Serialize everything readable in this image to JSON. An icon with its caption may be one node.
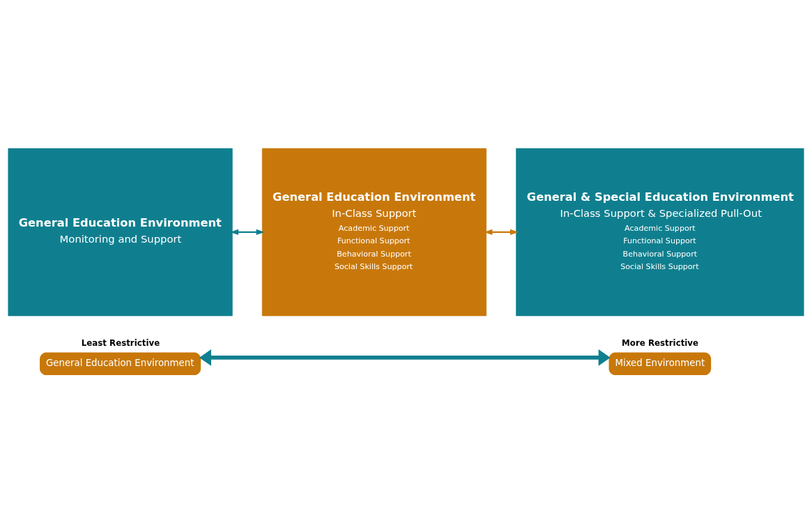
{
  "diagram": {
    "nodes": [
      {
        "text": [
          "General Education Environment",
          "Monitoring and Support"
        ]
      },
      {
        "text": [
          "General Education Environment",
          "In-Class Support",
          "Academic Support",
          "Functional Support",
          "Behavioral Support",
          "Social Skills Support"
        ]
      },
      {
        "text": [
          "General & Special Education Environment",
          "In-Class Support & Specialized Pull-Out",
          "Academic Support",
          "Functional Support",
          "Behavioral Support",
          "Social Skills Support"
        ]
      },
      {
        "text": [
          "General Education Environment"
        ],
        "beside": [
          "Least Restrictive"
        ]
      },
      {
        "text": [
          "Mixed Environment"
        ],
        "beside": [
          "More Restrictive"
        ]
      }
    ],
    "edges": [
      {
        "from": 0,
        "to": 1,
        "arrow": "both",
        "color": "#0f7f8f"
      },
      {
        "from": 1,
        "to": 2,
        "arrow": "both",
        "color": "#c8780a"
      },
      {
        "from": 3,
        "to": 4,
        "arrow": "both",
        "style": "thick",
        "color": "#0f7f8f"
      }
    ]
  }
}
